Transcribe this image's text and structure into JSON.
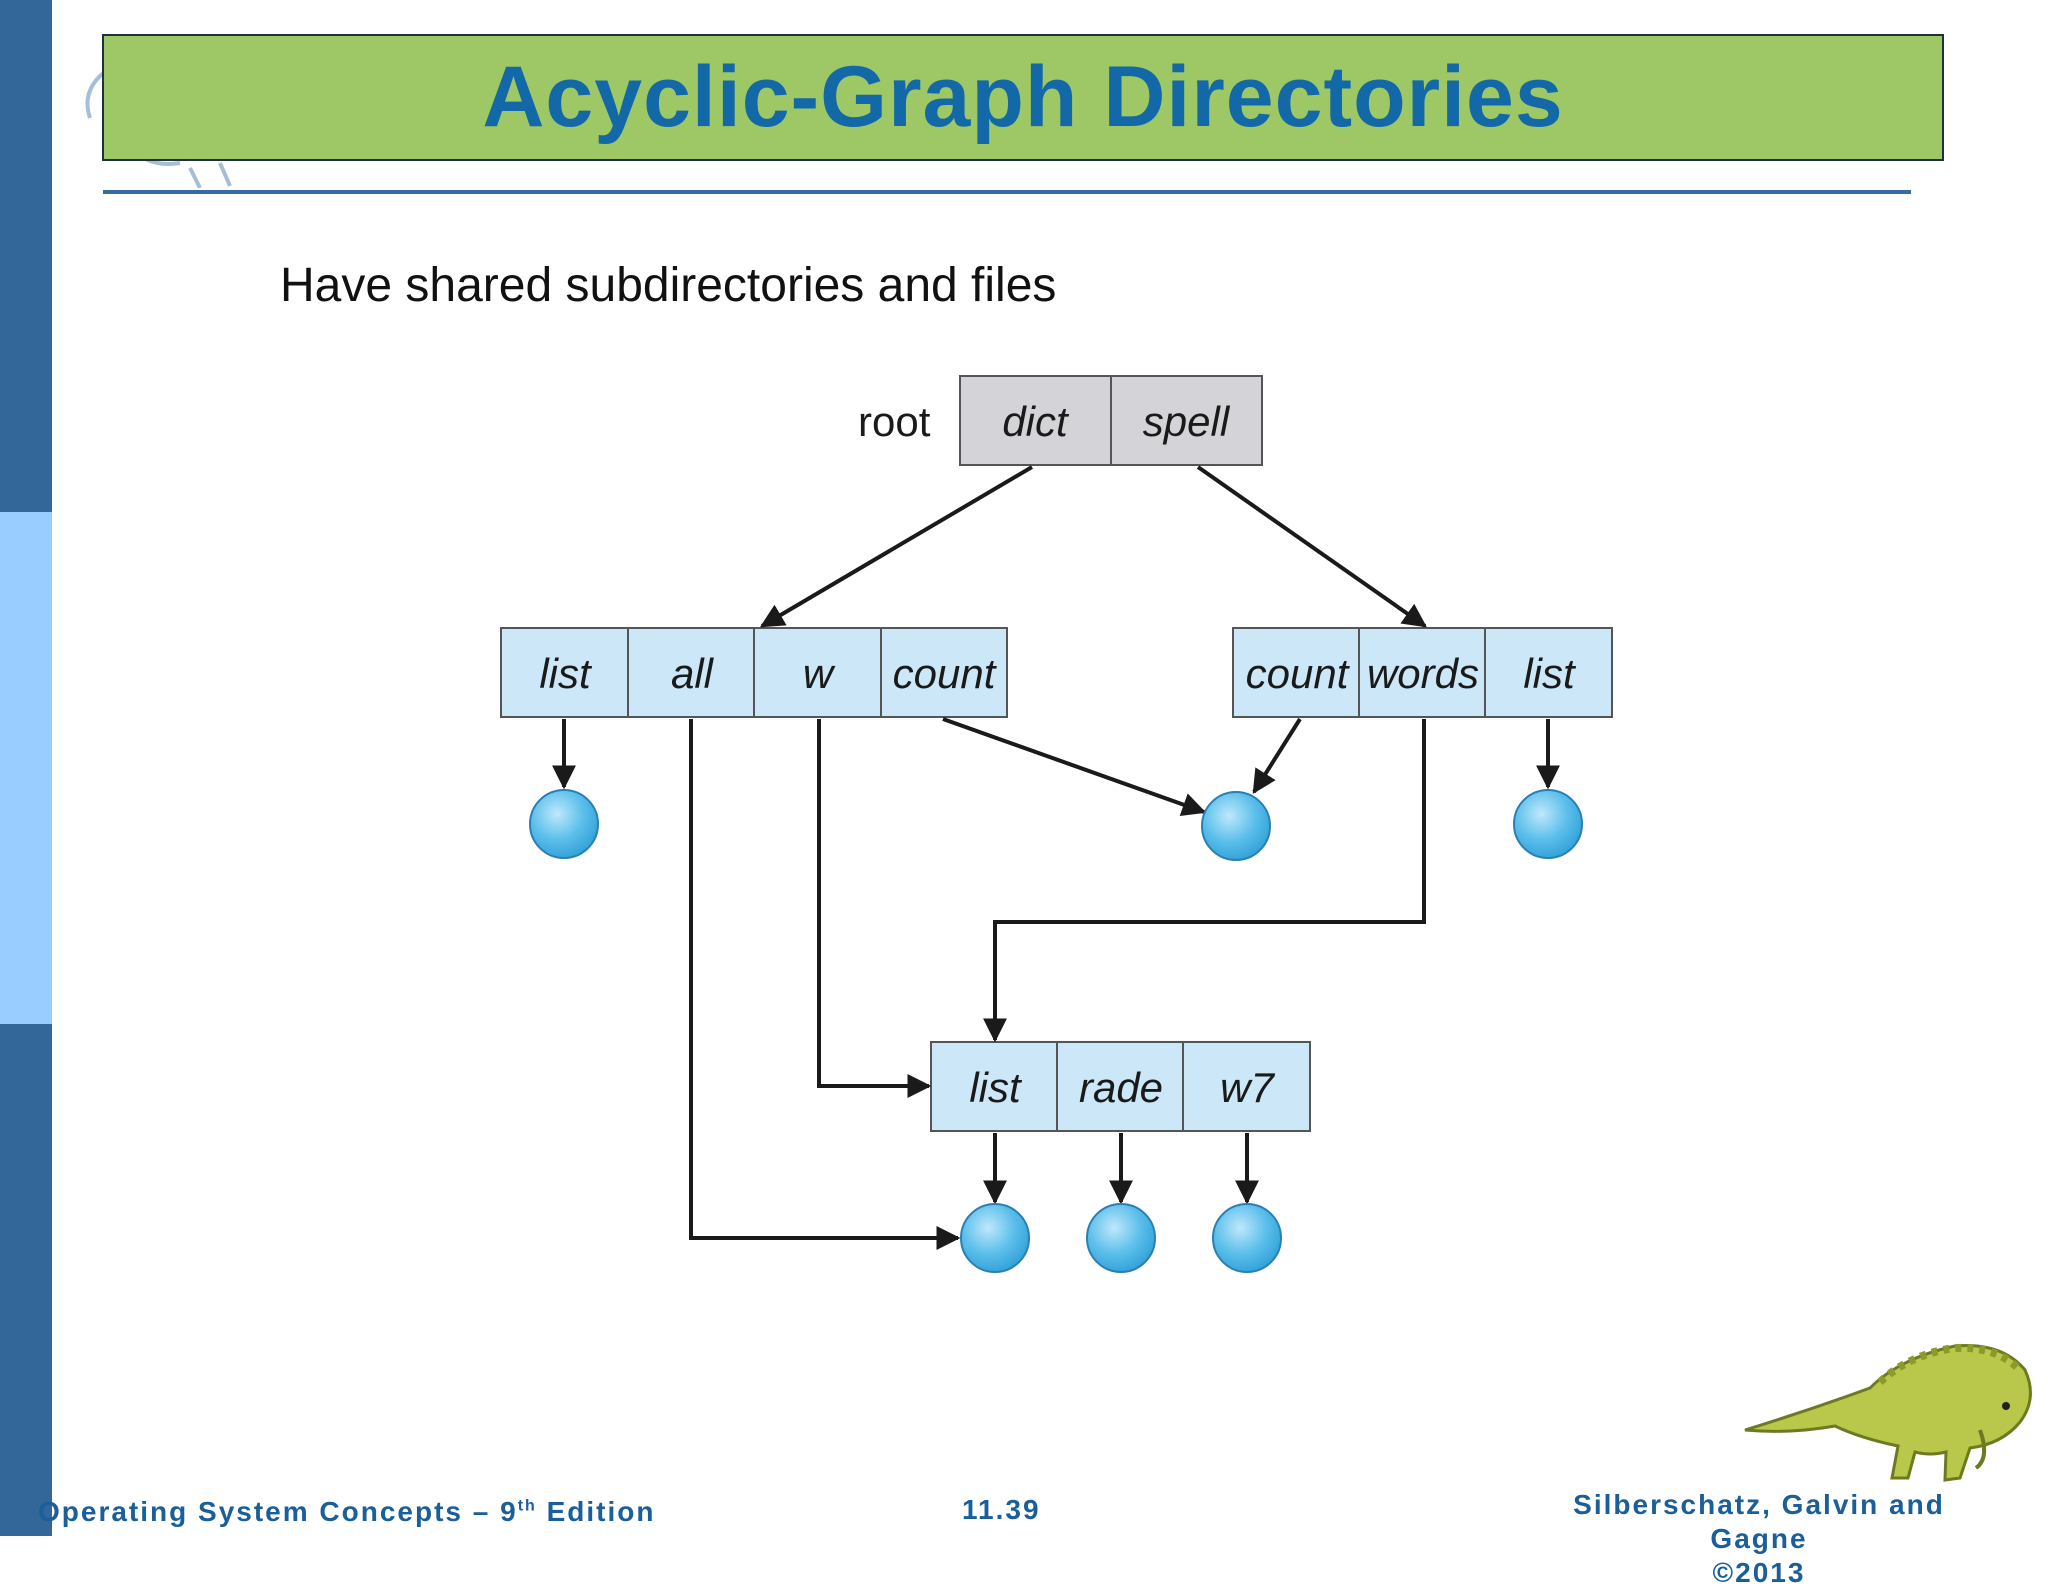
{
  "slide": {
    "title": "Acyclic-Graph Directories",
    "subtitle": "Have shared subdirectories and files"
  },
  "diagram": {
    "root_label": "root",
    "root_entries": [
      "dict",
      "spell"
    ],
    "dict_entries": [
      "list",
      "all",
      "w",
      "count"
    ],
    "spell_entries": [
      "count",
      "words",
      "list"
    ],
    "shared_entries": [
      "list",
      "rade",
      "w7"
    ]
  },
  "footer": {
    "left": "Operating System Concepts – 9",
    "left_sup": "th",
    "left_tail": " Edition",
    "center": "11.39",
    "right_line1": "Silberschatz, Galvin and Gagne",
    "right_line2": "©2013"
  },
  "colors": {
    "title_bg": "#9dc865",
    "title_text": "#1368a8",
    "sidebar_dark": "#336699",
    "sidebar_light": "#99ccff",
    "root_cell": "#d4d4d8",
    "dir_cell": "#cce8f8",
    "file_node": "#5bbfeb"
  }
}
